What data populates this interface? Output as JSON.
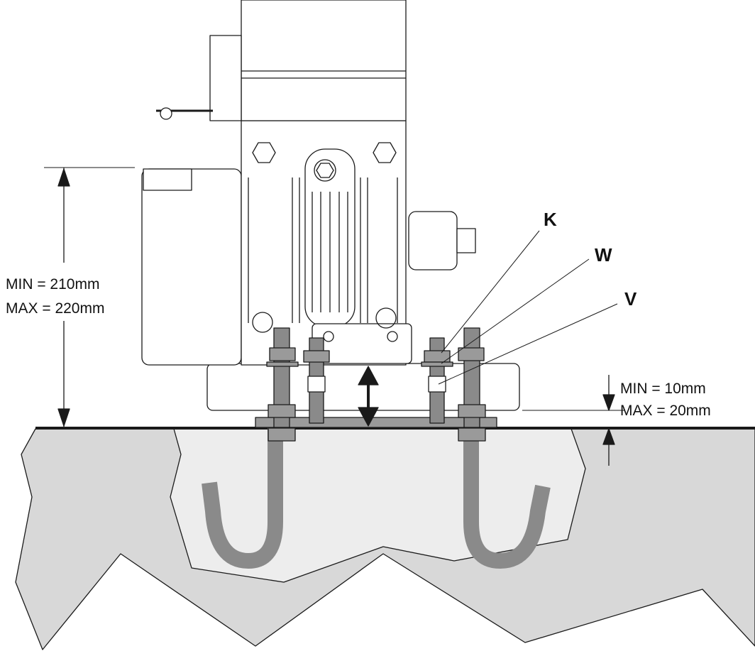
{
  "dimensions": {
    "height_range": {
      "min_label": "MIN = 210mm",
      "max_label": "MAX = 220mm"
    },
    "plate_gap": {
      "min_label": "MIN = 10mm",
      "max_label": "MAX = 20mm"
    }
  },
  "callouts": {
    "k": "K",
    "w": "W",
    "v": "V"
  },
  "colors": {
    "line": "#1a1a1a",
    "concrete": "#d8d8d8",
    "concrete_light": "#ededed",
    "bolt": "#8a8a8a",
    "plate": "#9a9a9a",
    "motor_body": "#ffffff"
  }
}
